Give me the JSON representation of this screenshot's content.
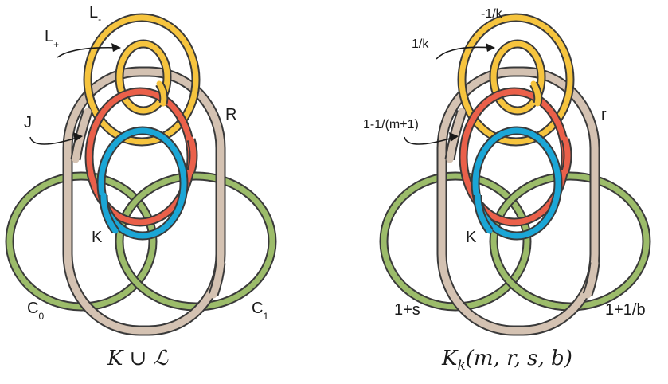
{
  "colors": {
    "yellow": "#f6c43e",
    "beige": "#d4c2b2",
    "red": "#ea604a",
    "blue": "#1ba6d6",
    "green": "#9cbc6a",
    "outline": "#3a3a3a"
  },
  "left_diagram": {
    "labels": {
      "L_minus": {
        "main": "L",
        "sub": "-"
      },
      "L_plus": {
        "main": "L",
        "sub": "+"
      },
      "J": "J",
      "R": "R",
      "K": "K",
      "C0": {
        "main": "C",
        "sub": "0"
      },
      "C1": {
        "main": "C",
        "sub": "1"
      }
    },
    "caption": {
      "K": "K",
      "cup": "∪",
      "L": "ℒ"
    }
  },
  "right_diagram": {
    "labels": {
      "minus_one_over_k": "-1/k",
      "one_over_k": "1/k",
      "one_minus": "1-1/(m+1)",
      "r": "r",
      "K": "K",
      "one_plus_s": "1+s",
      "one_plus_b": "1+1/b"
    },
    "caption": {
      "K": "K",
      "k": "k",
      "args": "(m, r, s, b)"
    }
  }
}
